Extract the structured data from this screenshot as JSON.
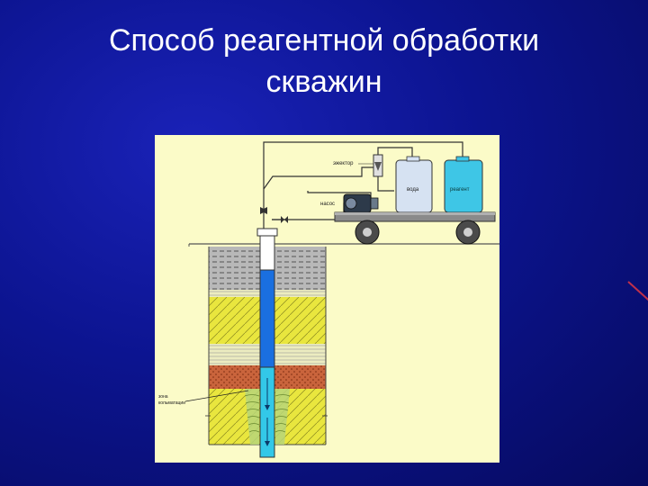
{
  "slide": {
    "title_line1": "Способ реагентной обработки",
    "title_line2": "скважин"
  },
  "diagram": {
    "labels": {
      "ejector": "эжектор",
      "pump": "насос",
      "tank_water": "вода",
      "tank_reagent": "реагент",
      "zone_line1": "зона",
      "zone_line2": "кольматации"
    },
    "colors": {
      "background": "#fbfbc8",
      "water": "#1a6fe0",
      "water_light": "#33c8e8",
      "clay_layer": "#b5b5b5",
      "sand_layer": "#e8e640",
      "red_layer": "#c8603a",
      "tank_water": "#d6e2f2",
      "tank_reagent": "#3ec6e6",
      "cart": "#8a8a8a"
    },
    "icons": [
      "wheel-icon",
      "valve-icon",
      "pump-icon",
      "ejector-icon"
    ]
  }
}
